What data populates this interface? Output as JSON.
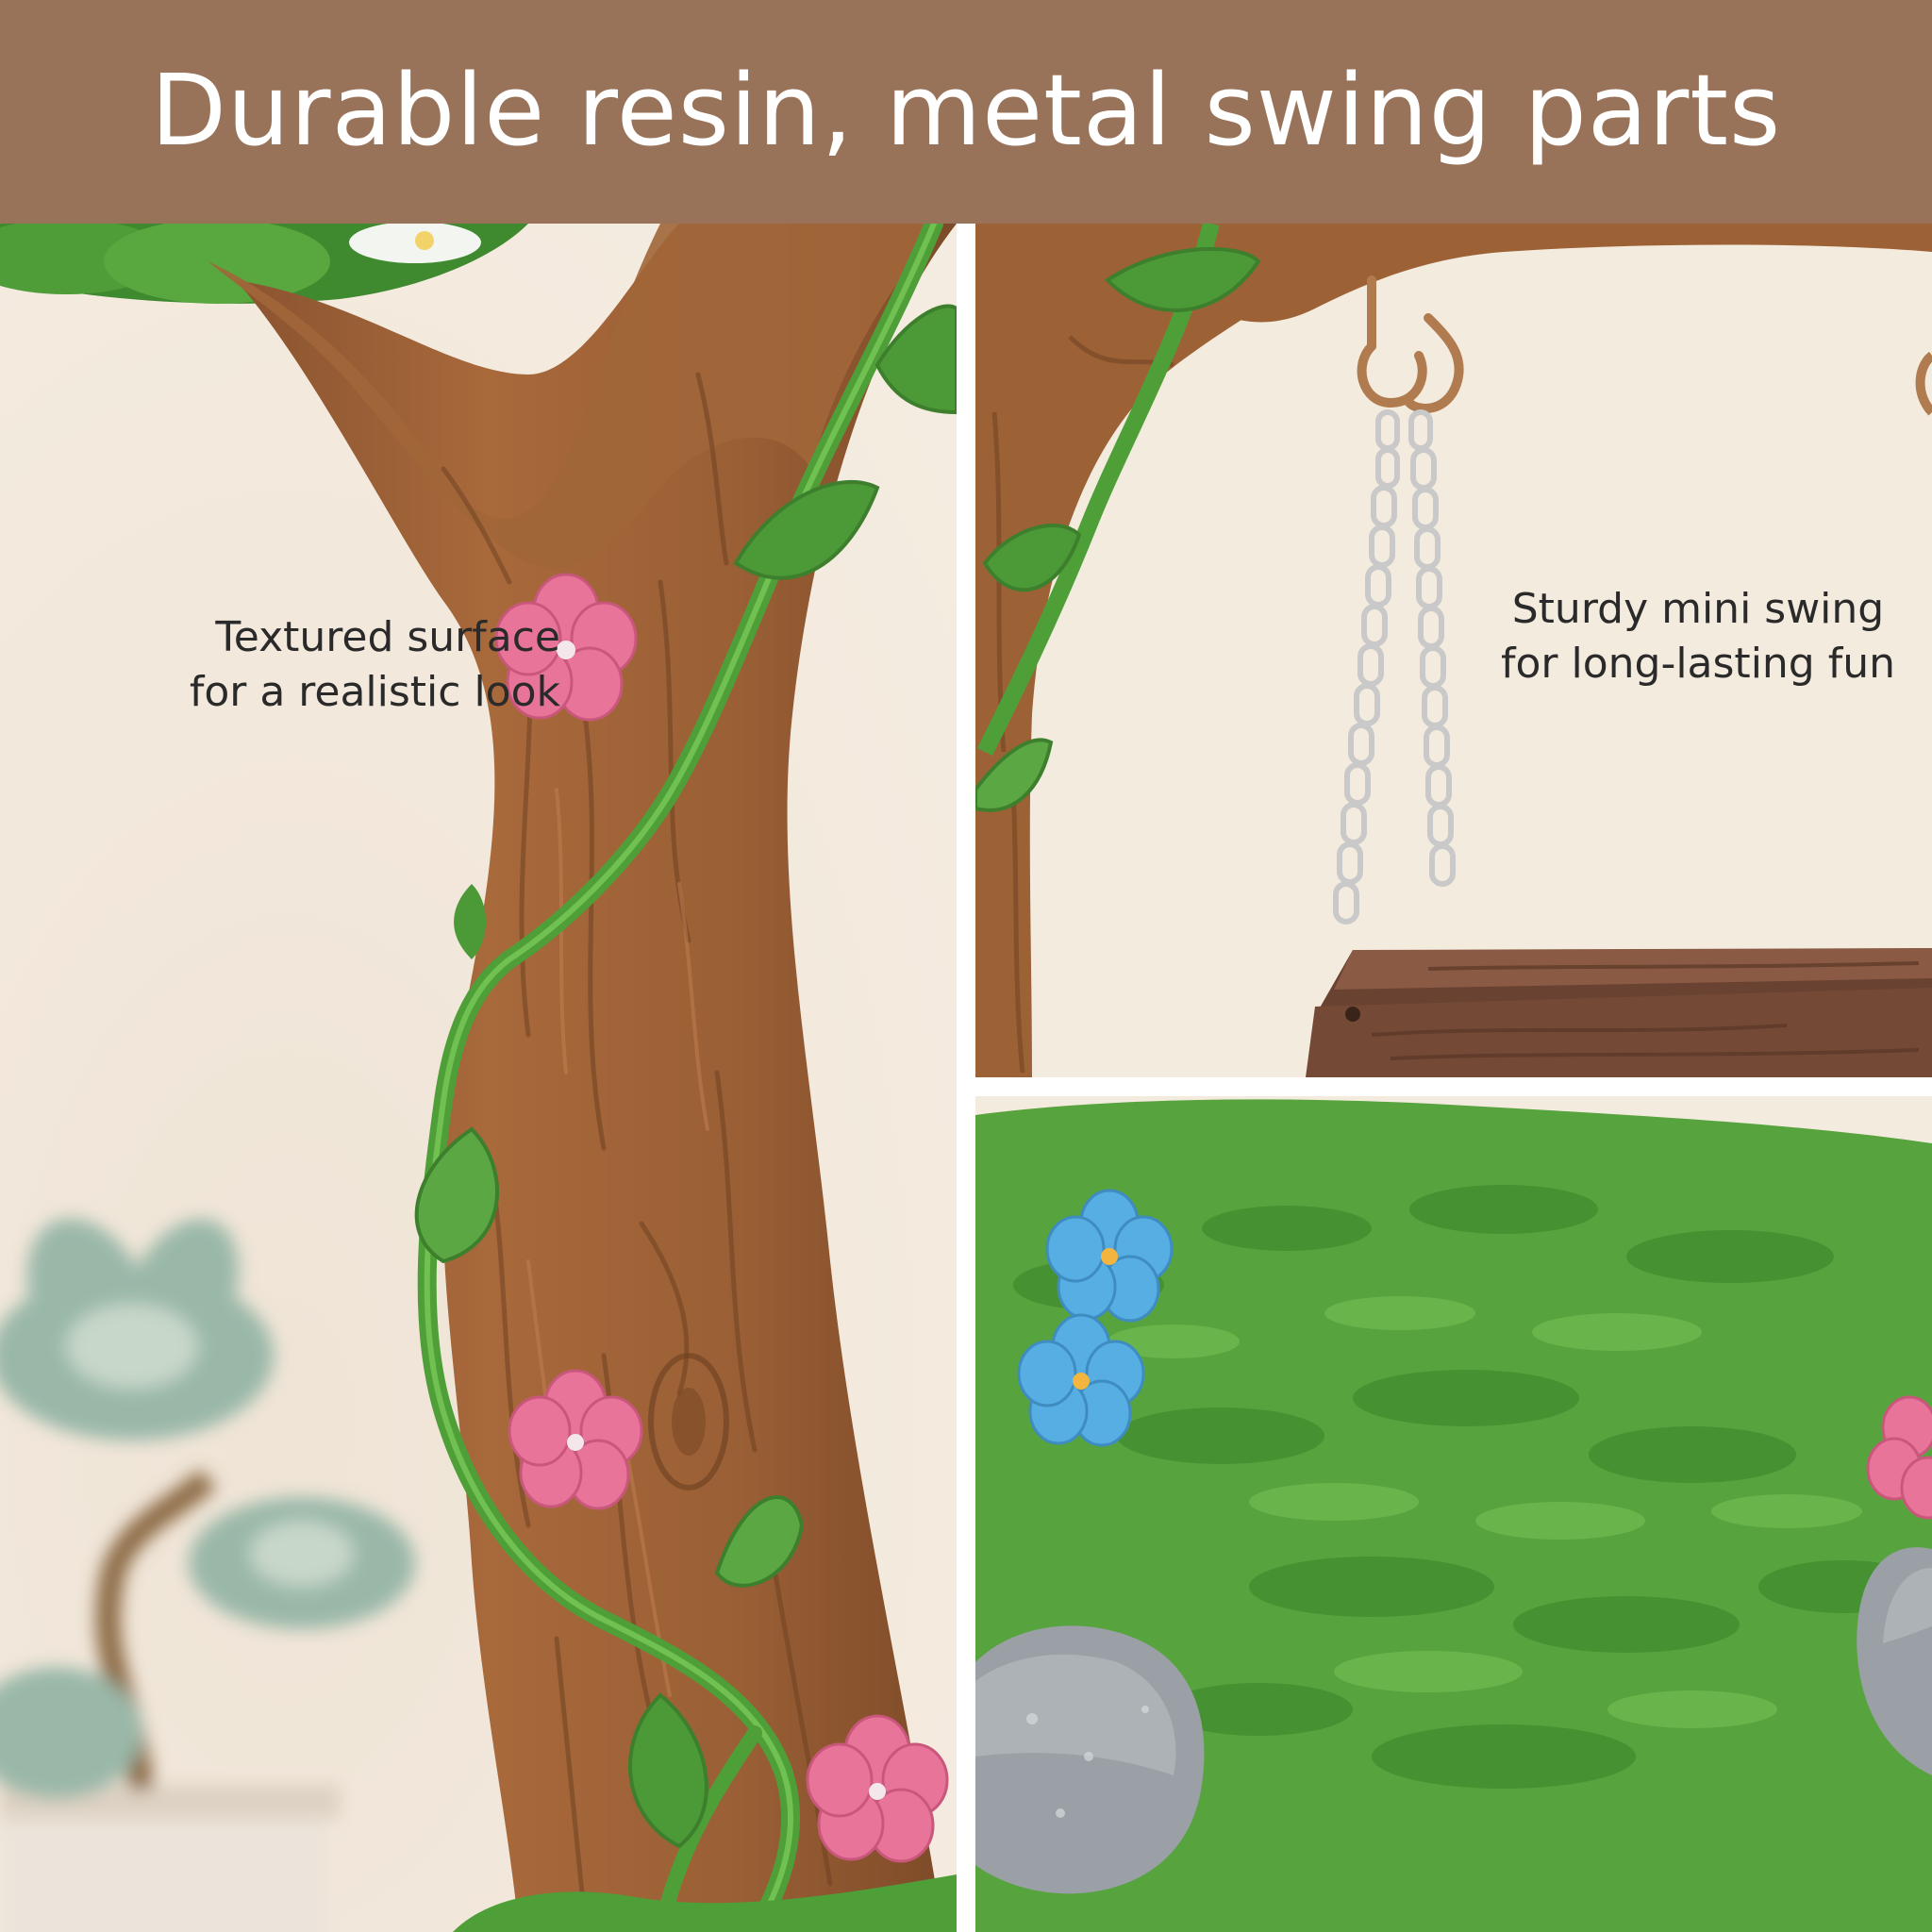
{
  "banner": {
    "title": "Durable resin, metal swing parts",
    "color": "#98735a"
  },
  "captions": {
    "left_line1": "Textured surface",
    "left_line2": "for a realistic look",
    "right_line1": "Sturdy mini swing",
    "right_line2": "for long-lasting fun"
  },
  "colors": {
    "background": "#f4ebdf",
    "bark": "#9c6236",
    "bark_dark": "#7a4a27",
    "vine": "#5bab3f",
    "leaf": "#4f9a3a",
    "grass": "#57a33d",
    "pink_flower": "#e8749a",
    "blue_flower": "#56aee3",
    "chain": "#c9c9c9",
    "swing_seat": "#7a4e3a",
    "rock": "#9aa0a6"
  },
  "icons": {
    "flower": "pink-flower-icon",
    "succulent": "succulent-icon"
  }
}
